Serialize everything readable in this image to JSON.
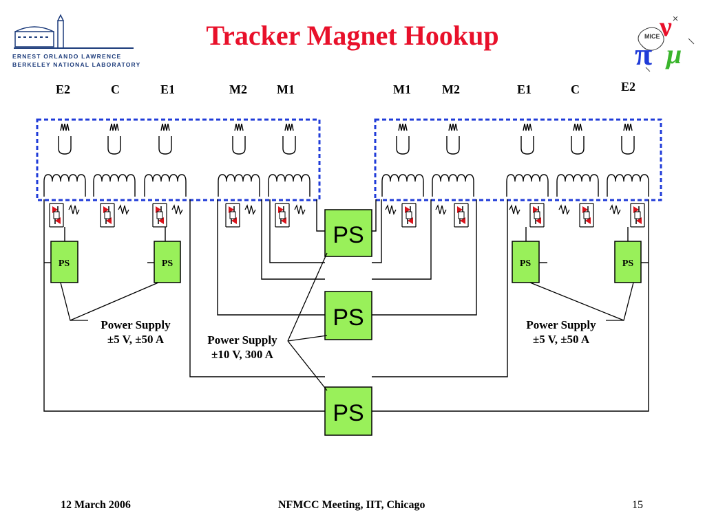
{
  "title": "Tracker Magnet Hookup",
  "logo_left": {
    "line1": "Ernest Orlando Lawrence",
    "line2": "Berkeley National Laboratory"
  },
  "logo_right": {
    "text": "MICE"
  },
  "coil_labels_left": [
    "E2",
    "C",
    "E1",
    "M2",
    "M1"
  ],
  "coil_labels_right": [
    "M1",
    "M2",
    "E1",
    "C",
    "E2"
  ],
  "power_supplies": {
    "big_label": "PS",
    "small_label": "PS"
  },
  "annotations": {
    "left_supply": {
      "line1": "Power Supply",
      "line2": "±5 V, ±50 A"
    },
    "center_supply": {
      "line1": "Power Supply",
      "line2": "±10 V, 300 A"
    },
    "right_supply": {
      "line1": "Power Supply",
      "line2": "±5 V, ±50 A"
    }
  },
  "footer": {
    "date": "12 March 2006",
    "meeting": "NFMCC Meeting, IIT, Chicago",
    "page": "15"
  },
  "colors": {
    "title": "#e8102a",
    "ps_fill": "#99f05a",
    "dashed_box": "#1f3bd8",
    "diode": "#d8141c"
  }
}
